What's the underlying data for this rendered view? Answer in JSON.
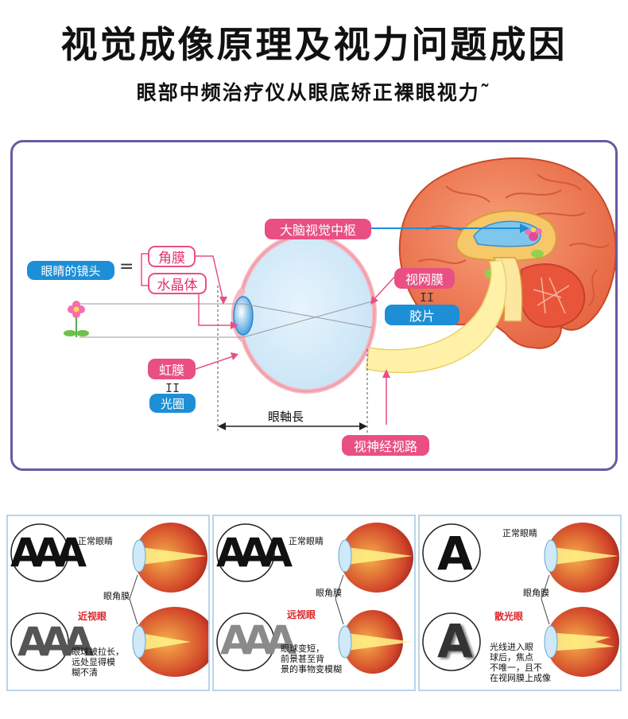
{
  "header": {
    "title": "视觉成像原理及视力问题成因",
    "subtitle": "眼部中频治疗仪从眼底矫正裸眼视力˜"
  },
  "diagram": {
    "brain_center": "大脑视觉中枢",
    "eye_lens": "眼睛的镜头",
    "equals": "=",
    "cornea": "角膜",
    "lens": "水晶体",
    "retina": "视网膜",
    "retina_eq": "II",
    "film": "胶片",
    "iris": "虹膜",
    "iris_eq": "II",
    "aperture": "光圈",
    "axial_length": "眼軸長",
    "optic_nerve": "视神经视路"
  },
  "panels": [
    {
      "letters_top": "AAA",
      "letters_bottom": "AAA",
      "normal_label": "正常眼睛",
      "cornea_label": "眼角膜",
      "condition": "近视眼",
      "desc": [
        "眼球被拉长，",
        "远处显得模",
        "糊不清"
      ]
    },
    {
      "letters_top": "AAA",
      "letters_bottom": "AAA",
      "normal_label": "正常眼睛",
      "cornea_label": "眼角膜",
      "condition": "远视眼",
      "desc": [
        "眼球变短，",
        "前景甚至背",
        "景的事物变模糊"
      ]
    },
    {
      "letters_top": "A",
      "letters_bottom": "A",
      "normal_label": "正常眼睛",
      "cornea_label": "眼角膜",
      "condition": "散光眼",
      "desc": [
        "光线进入眼",
        "球后，焦点",
        "不唯一，且不",
        "在视网膜上成像"
      ]
    }
  ],
  "colors": {
    "frame": "#6a5aa0",
    "pink": "#e94f83",
    "blue": "#1d8fd6",
    "brain": "#f0805a",
    "nerve": "#fff1a8",
    "panel_border": "#b9d4ea",
    "condition_red": "#d8262a"
  }
}
